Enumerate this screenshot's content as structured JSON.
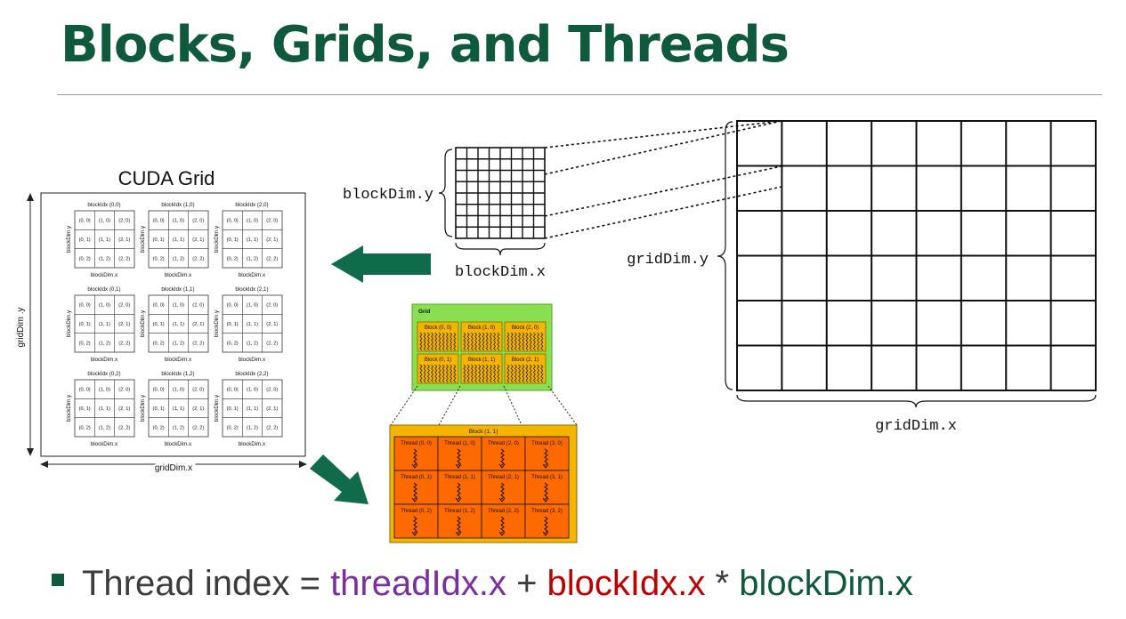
{
  "title": "Blocks, Grids, and Threads",
  "colors": {
    "title": "#0f5a3c",
    "arrow": "#0f6b4a",
    "grid_bg": "#88e050",
    "block_bg": "#f5b400",
    "thread_bg": "#ff6a00",
    "threadIdx": "#7a2fa0",
    "blockIdx": "#c00000",
    "blockDim": "#0f5a3c"
  },
  "cuda_grid": {
    "title": "CUDA Grid",
    "x_axis_label": "gridDim.x",
    "y_axis_label": "gridDim .y",
    "block_dim_x_label": "blockDim.x",
    "block_dim_y_label": "blockDim.y",
    "blocks": [
      [
        "blockIdx (0,0)",
        "blockIdx (1,0)",
        "blockIdx (2,0)"
      ],
      [
        "blockIdx (0,1)",
        "blockIdx (1,1)",
        "blockIdx (2,1)"
      ],
      [
        "blockIdx (0,2)",
        "blockIdx (1,2)",
        "blockIdx (2,2)"
      ]
    ],
    "threads": [
      [
        "(0, 0)",
        "(1, 0)",
        "(2, 0)"
      ],
      [
        "(0, 1)",
        "(1, 1)",
        "(2, 1)"
      ],
      [
        "(0, 2)",
        "(1, 2)",
        "(2, 2)"
      ]
    ]
  },
  "small_block": {
    "dim_y_label": "blockDim.y",
    "dim_x_label": "blockDim.x",
    "cols": 8,
    "rows": 8
  },
  "big_grid": {
    "dim_y_label": "gridDim.y",
    "dim_x_label": "gridDim.x",
    "cols": 8,
    "rows": 6
  },
  "nvidia_grid": {
    "label": "Grid",
    "blocks": [
      [
        "Block (0, 0)",
        "Block (1, 0)",
        "Block (2, 0)"
      ],
      [
        "Block (0, 1)",
        "Block (1, 1)",
        "Block (2, 1)"
      ]
    ]
  },
  "nvidia_block": {
    "label": "Block (1, 1)",
    "threads": [
      [
        "Thread (0, 0)",
        "Thread (1, 0)",
        "Thread (2, 0)",
        "Thread (3, 0)"
      ],
      [
        "Thread (0, 1)",
        "Thread (1, 1)",
        "Thread (2, 1)",
        "Thread (3, 1)"
      ],
      [
        "Thread (0, 2)",
        "Thread (1, 2)",
        "Thread (2, 2)",
        "Thread (3, 2)"
      ]
    ]
  },
  "formula": {
    "lhs": "Thread index = ",
    "thread": "threadIdx.x",
    "plus": " + ",
    "block": "blockIdx.x",
    "times": " * ",
    "dim": "blockDim.x"
  }
}
